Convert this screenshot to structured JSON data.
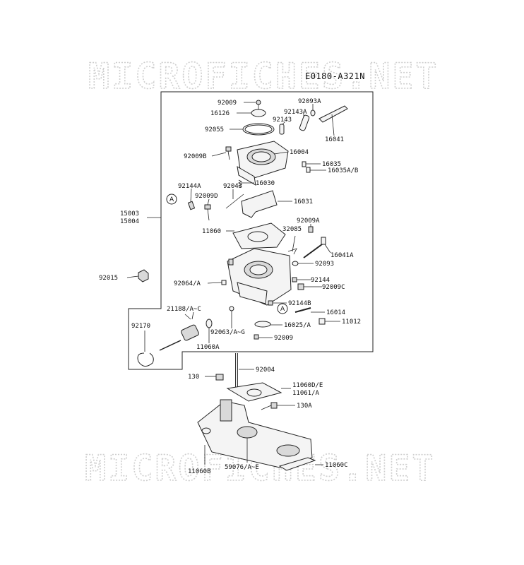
{
  "watermark": "MICROFICHES.NET",
  "diagram_code": "E0180-A321N",
  "ref_marker": "A",
  "labels": {
    "p92009a": "92009",
    "p16126": "16126",
    "p92093a": "92093A",
    "p92143a": "92143A",
    "p92143": "92143",
    "p92055": "92055",
    "p16041": "16041",
    "p92009b": "92009B",
    "p16004": "16004",
    "p16035": "16035",
    "p16035ab": "16035A/B",
    "p92144a": "92144A",
    "p92043": "92043",
    "p16030": "16030",
    "p92009d": "92009D",
    "p16031": "16031",
    "p15003": "15003",
    "p15004": "15004",
    "p92009a2": "92009A",
    "p32085": "32085",
    "p11060": "11060",
    "p16041a": "16041A",
    "p92093": "92093",
    "p92015": "92015",
    "p92064a": "92064/A",
    "p92144": "92144",
    "p92009c": "92009C",
    "p92144b": "92144B",
    "p21188": "21188/A~C",
    "p16014": "16014",
    "p92170": "92170",
    "p11012": "11012",
    "p16025a": "16025/A",
    "p92063": "92063/A~G",
    "p11060a": "11060A",
    "p92009e": "92009",
    "p92004": "92004",
    "p130": "130",
    "p11060de": "11060D/E",
    "p11061a": "11061/A",
    "p130a": "130A",
    "p11060b": "11060B",
    "p59076": "59076/A~E",
    "p11060c": "11060C"
  }
}
